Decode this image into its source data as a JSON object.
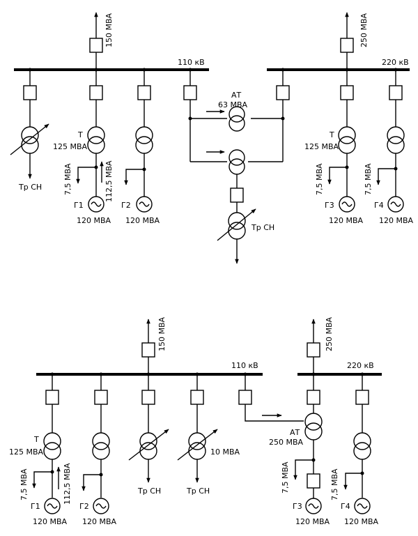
{
  "scheme1": {
    "bus110_label": "110 кВ",
    "bus220_label": "220 кВ",
    "load110": "150 МВА",
    "load220": "250 МВА",
    "tsn_left": "Тр СН",
    "t_label": "Т",
    "t_power": "125 МВА",
    "aux_75": "7,5 МВА",
    "flow_112": "112,5 МВА",
    "g1": "Г1",
    "g2": "Г2",
    "g3": "Г3",
    "g4": "Г4",
    "gen_power": "120 МВА",
    "at_label": "АТ",
    "at_power": "63 МВА",
    "tsn_at": "Тр СН",
    "t3_label": "Т",
    "t3_power": "125 МВА"
  },
  "scheme2": {
    "bus110_label": "110 кВ",
    "bus220_label": "220 кВ",
    "load110": "150 МВА",
    "load220": "250 МВА",
    "t_label": "Т",
    "t_power": "125 МВА",
    "aux_75": "7,5 МВА",
    "flow_112": "112,5 МВА",
    "g1": "Г1",
    "g2": "Г2",
    "g3": "Г3",
    "g4": "Г4",
    "gen_power": "120 МВА",
    "tsn1": "Тр СН",
    "tsn2": "Тр СН",
    "tsn2_power": "10 МВА",
    "at_label": "АТ",
    "at_power": "250 МВА"
  }
}
